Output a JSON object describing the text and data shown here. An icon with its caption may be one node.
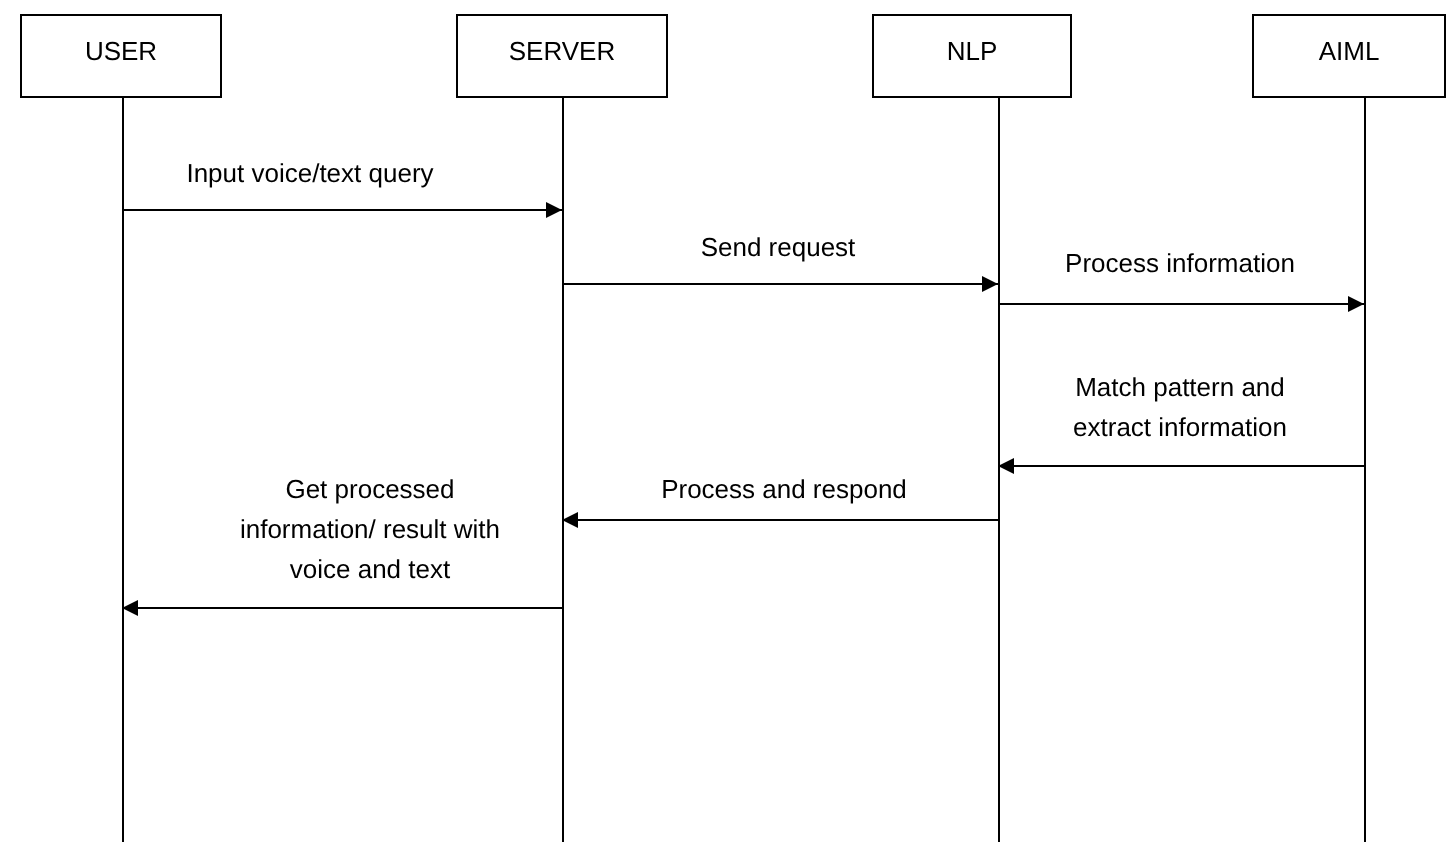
{
  "diagram": {
    "nodes": [
      {
        "text": [
          "USER"
        ]
      },
      {
        "text": [
          "SERVER"
        ]
      },
      {
        "text": [
          "NLP"
        ]
      },
      {
        "text": [
          "AIML"
        ]
      }
    ],
    "edges": [
      {
        "from": 0,
        "to": 1,
        "arrow": "to",
        "label": "Input voice/text query"
      },
      {
        "from": 1,
        "to": 2,
        "arrow": "to",
        "label": "Send request"
      },
      {
        "from": 2,
        "to": 3,
        "arrow": "to",
        "label": "Process information"
      },
      {
        "from": 3,
        "to": 2,
        "arrow": "to",
        "label": "Match pattern and extract information"
      },
      {
        "from": 2,
        "to": 1,
        "arrow": "to",
        "label": "Process and respond"
      },
      {
        "from": 1,
        "to": 0,
        "arrow": "to",
        "label": "Get processed information/ result with voice and text"
      }
    ]
  }
}
